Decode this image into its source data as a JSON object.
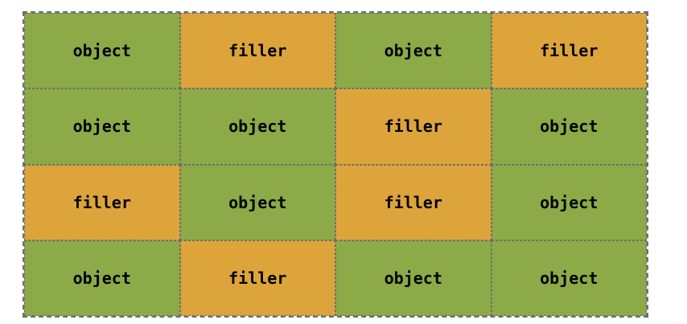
{
  "grid": {
    "rows": 4,
    "columns": 4,
    "cells": [
      [
        "object",
        "filler",
        "object",
        "filler"
      ],
      [
        "object",
        "object",
        "filler",
        "object"
      ],
      [
        "filler",
        "object",
        "filler",
        "object"
      ],
      [
        "object",
        "filler",
        "object",
        "object"
      ]
    ]
  },
  "colors": {
    "object_fill": "#8caa47",
    "filler_fill": "#dda43b",
    "grid_line": "#6e6e6e",
    "label_text": "#000000",
    "page_background": "#ffffff"
  }
}
